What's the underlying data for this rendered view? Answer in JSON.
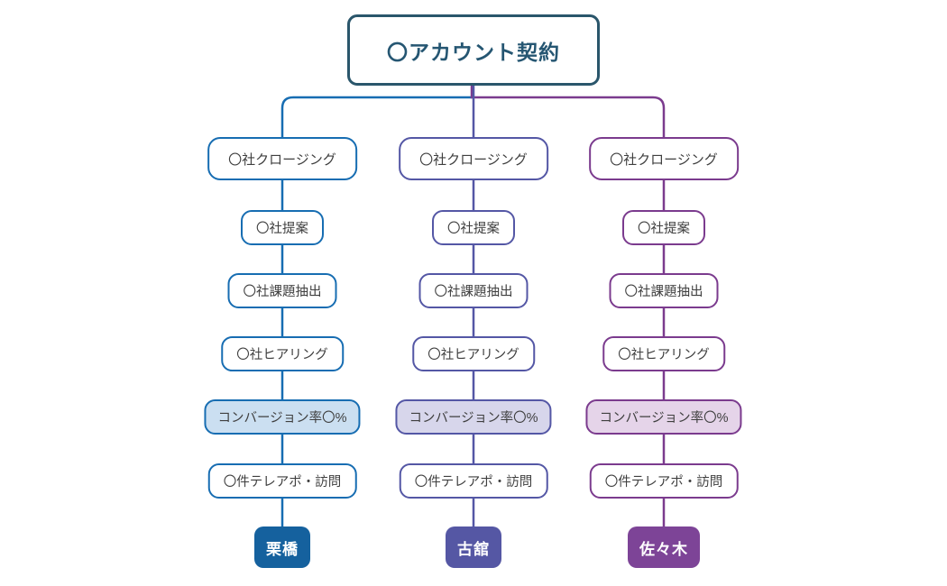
{
  "diagram": {
    "root": {
      "label": "〇アカウント契約",
      "color": "#2A566B",
      "text_color": "#255672"
    },
    "columns": [
      {
        "name": "栗橋",
        "color": "#176DB2",
        "fill_light": "#CBDFF1",
        "fill_solid": "#15619E",
        "steps": [
          "〇社クロージング",
          "〇社提案",
          "〇社課題抽出",
          "〇社ヒアリング",
          "コンバージョン率〇%",
          "〇件テレアポ・訪問"
        ]
      },
      {
        "name": "古舘",
        "color": "#5457A5",
        "fill_light": "#D7D6EB",
        "fill_solid": "#5557A4",
        "steps": [
          "〇社クロージング",
          "〇社提案",
          "〇社課題抽出",
          "〇社ヒアリング",
          "コンバージョン率〇%",
          "〇件テレアポ・訪問"
        ]
      },
      {
        "name": "佐々木",
        "color": "#7B3B8E",
        "fill_light": "#E5D4E9",
        "fill_solid": "#7D4497",
        "steps": [
          "〇社クロージング",
          "〇社提案",
          "〇社課題抽出",
          "〇社ヒアリング",
          "コンバージョン率〇%",
          "〇件テレアポ・訪問"
        ]
      }
    ]
  }
}
